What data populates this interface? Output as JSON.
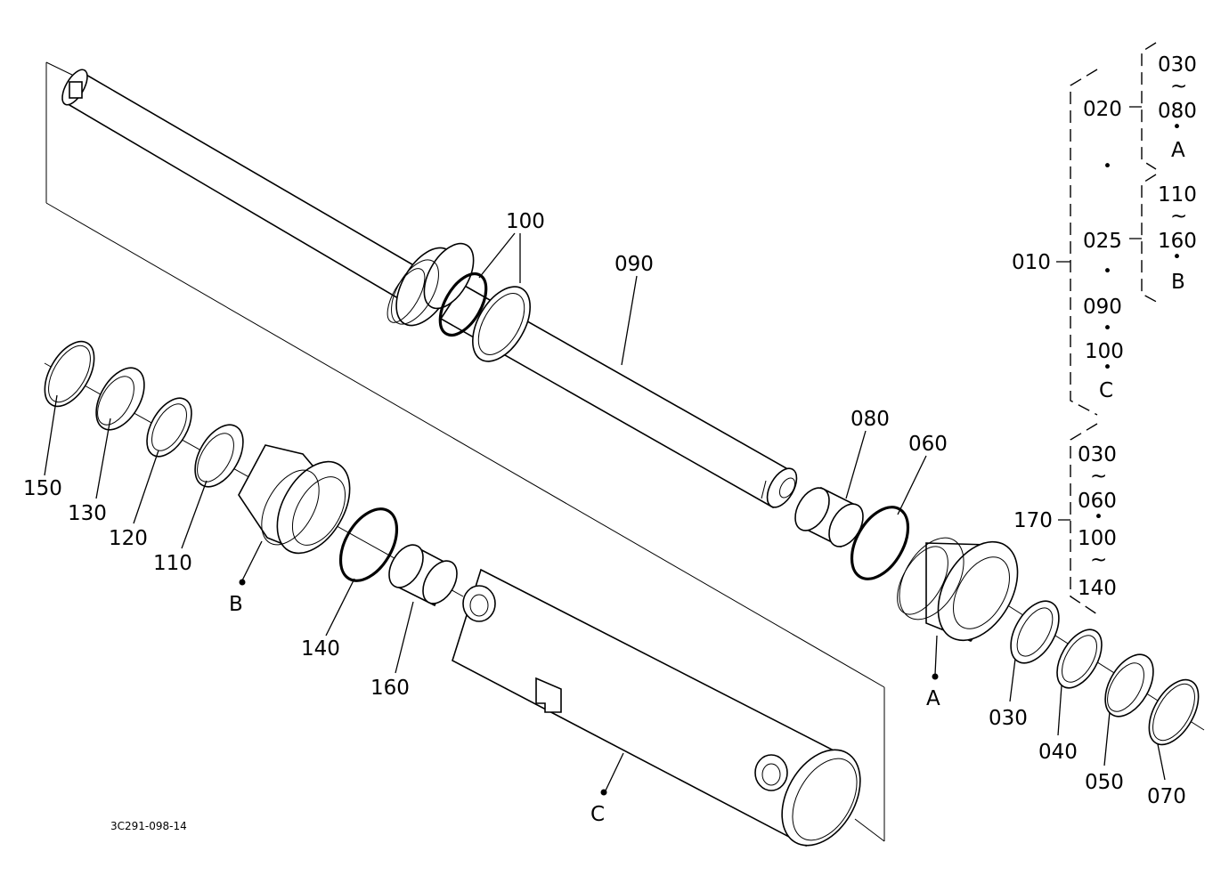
{
  "drawing_number": "3C291-098-14",
  "part_labels": {
    "p010": "010",
    "p020": "020",
    "p025": "025",
    "p030": "030",
    "p040": "040",
    "p050": "050",
    "p060": "060",
    "p070": "070",
    "p080": "080",
    "p090": "090",
    "p100": "100",
    "p110": "110",
    "p120": "120",
    "p130": "130",
    "p140": "140",
    "p150": "150",
    "p160": "160",
    "p170": "170"
  },
  "markers": {
    "a": "A",
    "b": "B",
    "c": "C"
  },
  "legend": {
    "range_symbol": "~",
    "separator": "・",
    "group_020": [
      "030",
      "~",
      "080",
      "・",
      "A"
    ],
    "group_025": [
      "110",
      "~",
      "160",
      "・",
      "B"
    ],
    "group_010": [
      "020",
      "・",
      "025",
      "・",
      "090",
      "・",
      "100",
      "・",
      "C"
    ],
    "group_170": [
      "030",
      "~",
      "060",
      "・",
      "100",
      "~",
      "140"
    ]
  }
}
